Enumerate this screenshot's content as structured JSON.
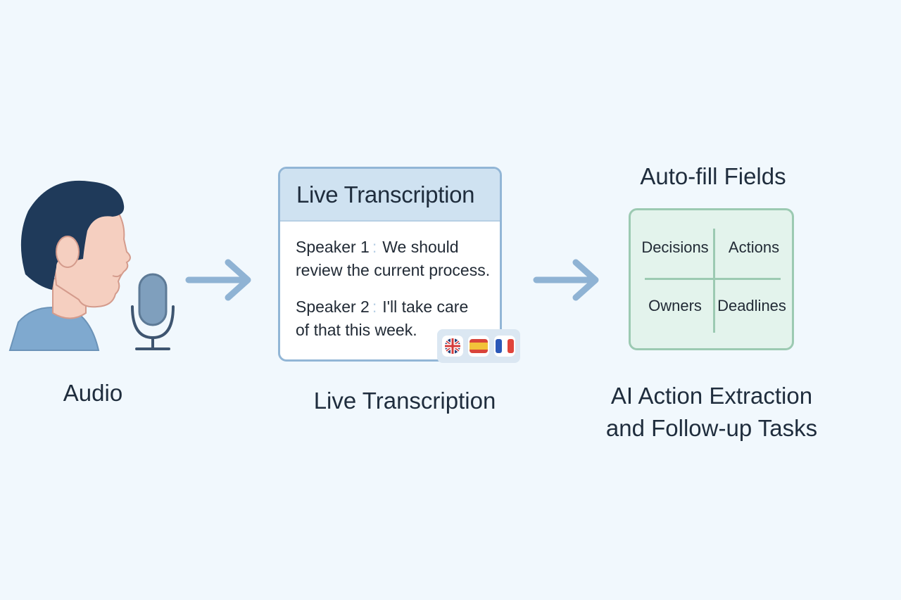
{
  "card": {
    "header": "Live Transcription",
    "utterances": [
      {
        "speaker": "Speaker 1",
        "line1": "We should",
        "line2": "review the current process."
      },
      {
        "speaker": "Speaker 2",
        "line1": "I'll take care",
        "line2": "of that this week."
      }
    ],
    "separator": ":",
    "flags": [
      "uk-flag-icon",
      "spain-flag-icon",
      "france-flag-icon"
    ]
  },
  "autofill": {
    "title": "Auto-fill Fields",
    "fields": [
      "Decisions",
      "Actions",
      "Owners",
      "Deadlines"
    ]
  },
  "captions": {
    "audio": "Audio",
    "transcription": "Live Transcription",
    "ai_line1": "AI Action Extraction",
    "ai_line2": "and Follow-up Tasks"
  },
  "colors": {
    "background": "#f1f8fd",
    "arrow": "#8fb3d4",
    "card_border": "#92b6d6",
    "card_header": "#cfe2f1",
    "fields_fill": "#e3f3ec",
    "fields_border": "#9ccab2",
    "hair": "#1f3a5a",
    "skin": "#f5cfc0",
    "shirt": "#7fa9cf",
    "mic": "#7f9fbd"
  }
}
